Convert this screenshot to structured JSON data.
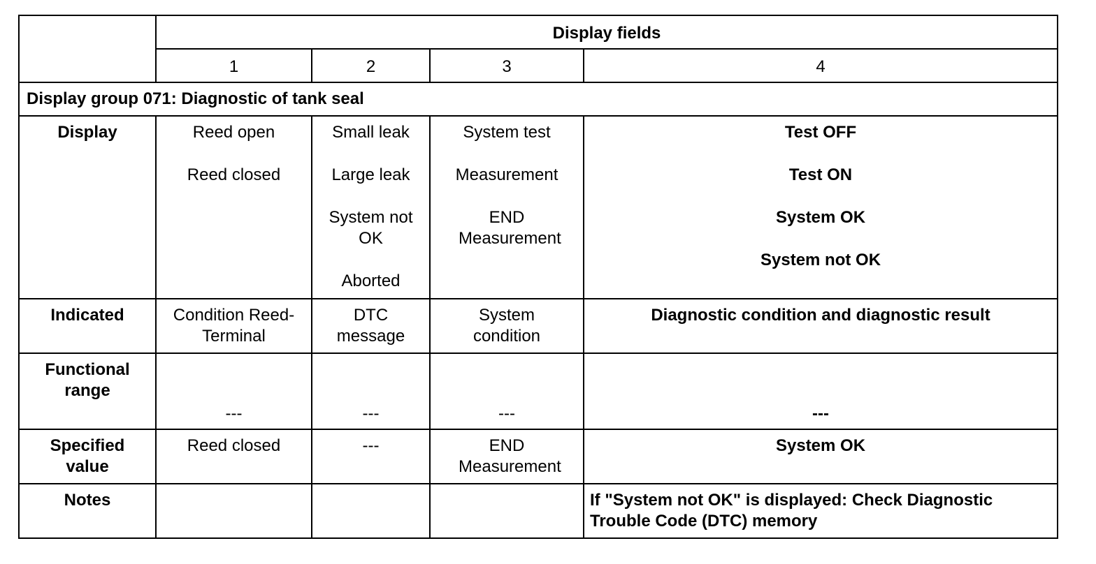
{
  "header": {
    "title": "Display fields",
    "columns": [
      "1",
      "2",
      "3",
      "4"
    ]
  },
  "group_title": "Display group 071: Diagnostic of tank seal",
  "rows": {
    "display": {
      "label": "Display",
      "col1": [
        "Reed open",
        "Reed closed"
      ],
      "col2": [
        "Small leak",
        "Large leak",
        "System not OK",
        "Aborted"
      ],
      "col3": [
        "System test",
        "Measurement",
        "END Measurement"
      ],
      "col4": [
        "Test OFF",
        "Test ON",
        "System OK",
        "System not OK"
      ]
    },
    "indicated": {
      "label": "Indicated",
      "col1": "Condition Reed-Terminal",
      "col2": "DTC message",
      "col3": "System condition",
      "col4": "Diagnostic condition and diagnostic result"
    },
    "functional_range": {
      "label": "Functional range",
      "col1": "---",
      "col2": "---",
      "col3": "---",
      "col4": "---"
    },
    "specified_value": {
      "label": "Specified value",
      "col1": "Reed closed",
      "col2": "---",
      "col3": "END Measurement",
      "col4": "System OK"
    },
    "notes": {
      "label": "Notes",
      "col1": "",
      "col2": "",
      "col3": "",
      "col4": "If \"System not OK\" is displayed: Check Diagnostic Trouble Code (DTC) memory"
    }
  }
}
